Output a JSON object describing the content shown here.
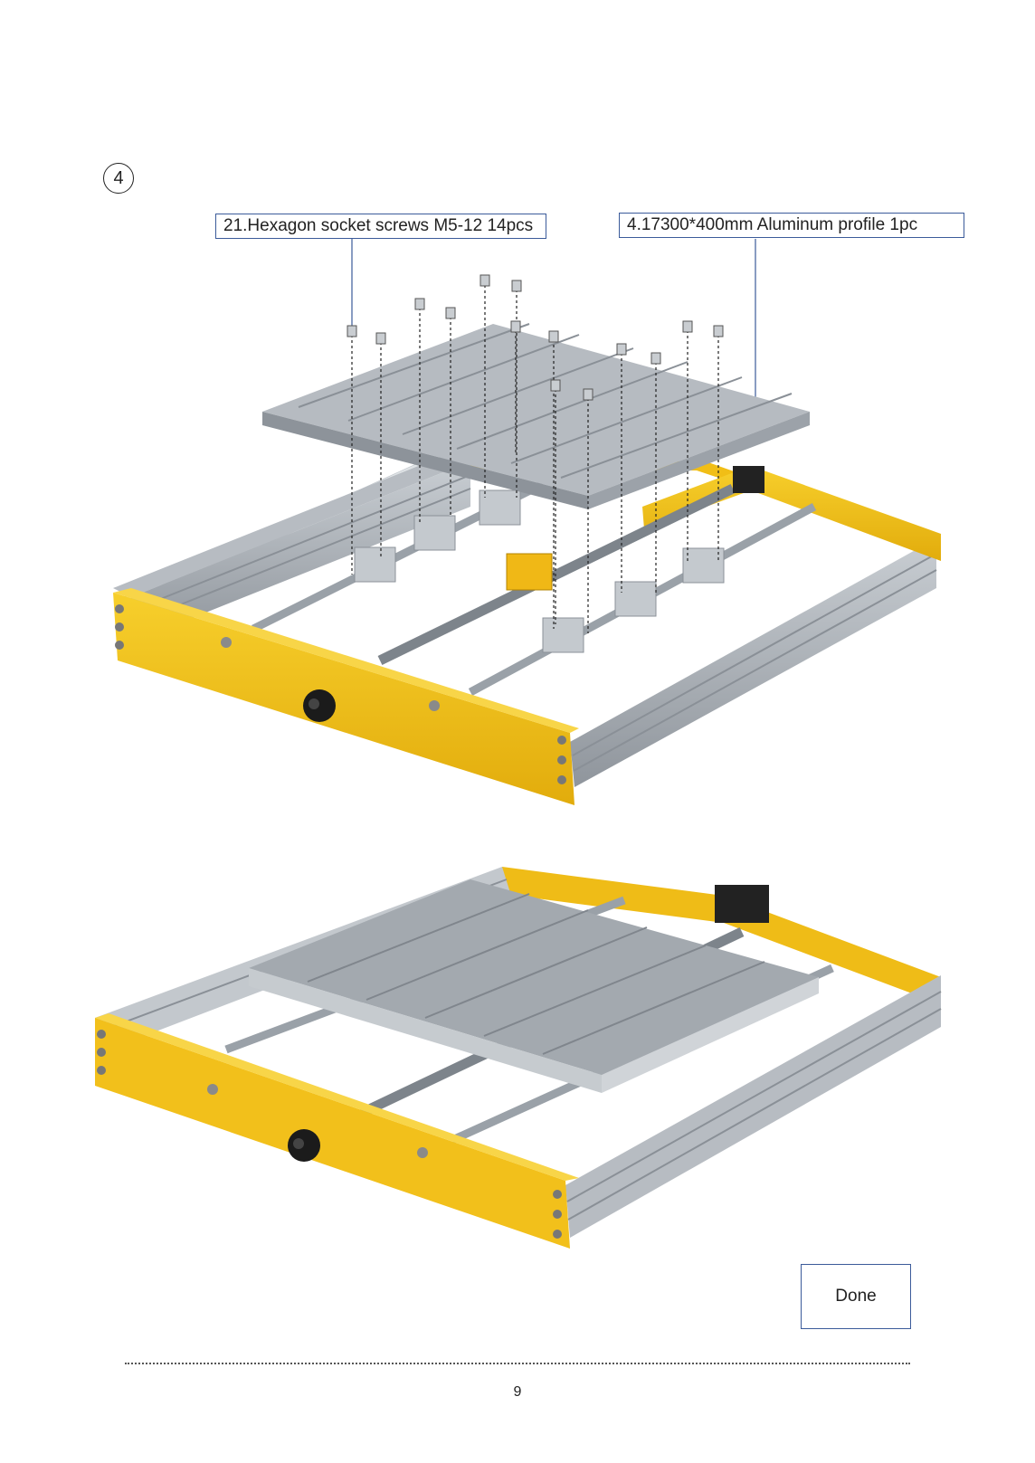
{
  "step": {
    "number": "4"
  },
  "callouts": {
    "screws": "21.Hexagon socket screws M5-12  14pcs",
    "profile": "4.17300*400mm Aluminum profile  1pc"
  },
  "status": {
    "done_label": "Done"
  },
  "footer": {
    "page_number": "9"
  },
  "colors": {
    "frame_yellow": "#f4c21a",
    "aluminum": "#b9bec4",
    "callout_border": "#3b5b9a"
  }
}
